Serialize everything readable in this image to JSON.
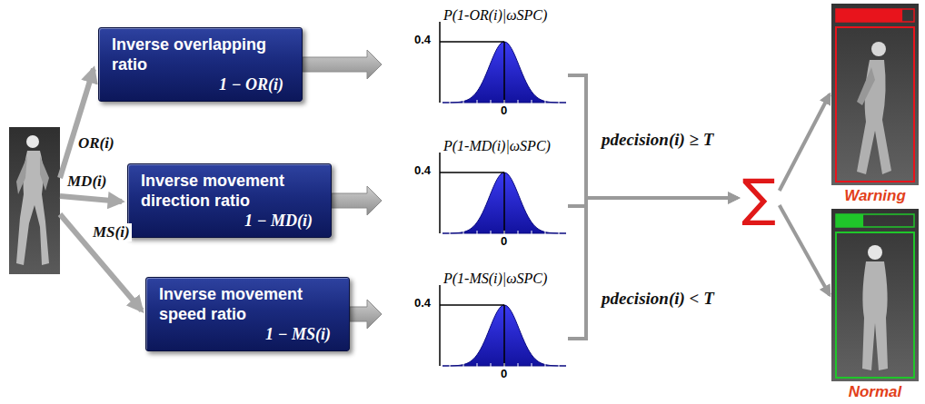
{
  "diagram": {
    "nodes": [
      {
        "text": [
          "Inverse overlapping ratio",
          "1 − OR(i)"
        ]
      },
      {
        "text": [
          "P(1-OR(i)|ωSPC)",
          "0.4",
          "0"
        ]
      },
      {
        "text": [
          "Inverse movement direction ratio",
          "1 − MD(i)"
        ]
      },
      {
        "text": [
          "P(1-MD(i)|ωSPC)",
          "0.4",
          "0"
        ]
      },
      {
        "text": [
          "Inverse movement speed ratio",
          "1 − MS(i)"
        ]
      },
      {
        "text": [
          "P(1-MS(i)|ωSPC)",
          "0.4",
          "0"
        ]
      },
      {
        "text": [
          "∑"
        ]
      },
      {
        "text": [
          "Warning"
        ]
      },
      {
        "text": [
          "Normal"
        ]
      }
    ],
    "edges": [
      {
        "from": 0,
        "to": 1,
        "arrow": "to"
      },
      {
        "from": 2,
        "to": 3,
        "arrow": "to"
      },
      {
        "from": 4,
        "to": 5,
        "arrow": "to"
      },
      {
        "from": 1,
        "to": 6,
        "arrow": "to"
      },
      {
        "from": 3,
        "to": 6,
        "arrow": "to"
      },
      {
        "from": 5,
        "to": 6,
        "arrow": "to"
      },
      {
        "from": 6,
        "to": 7,
        "label": "pdecision(i) ≥ T",
        "arrow": "to"
      },
      {
        "from": 6,
        "to": 8,
        "label": "pdecision(i) < T",
        "arrow": "to"
      }
    ],
    "labels": [
      "OR(i)",
      "MD(i)",
      "MS(i)"
    ]
  }
}
